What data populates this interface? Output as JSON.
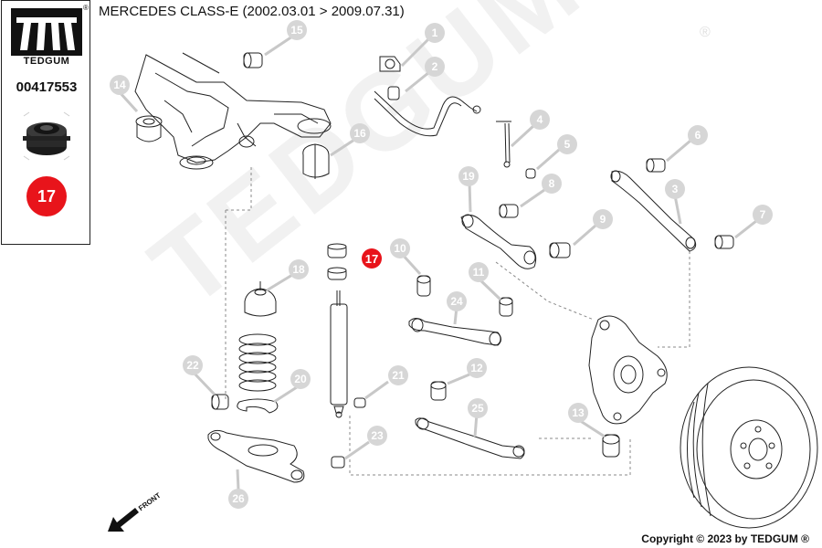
{
  "brand": {
    "logo_text": "TEDGUM",
    "registered": "®",
    "part_number": "00417553",
    "highlight_number": "17"
  },
  "title": "MERCEDES CLASS-E  (2002.03.01 > 2009.07.31)",
  "watermark": "TEDGUM",
  "copyright": "Copyright © 2023 by TEDGUM ®",
  "front_label": "FRONT",
  "accent_color": "#e8141b",
  "callout_color": "#d6d6d6",
  "callouts": [
    "1",
    "2",
    "3",
    "4",
    "5",
    "6",
    "7",
    "8",
    "9",
    "10",
    "11",
    "12",
    "13",
    "14",
    "15",
    "16",
    "17",
    "18",
    "19",
    "20",
    "21",
    "22",
    "23",
    "24",
    "25",
    "26"
  ]
}
